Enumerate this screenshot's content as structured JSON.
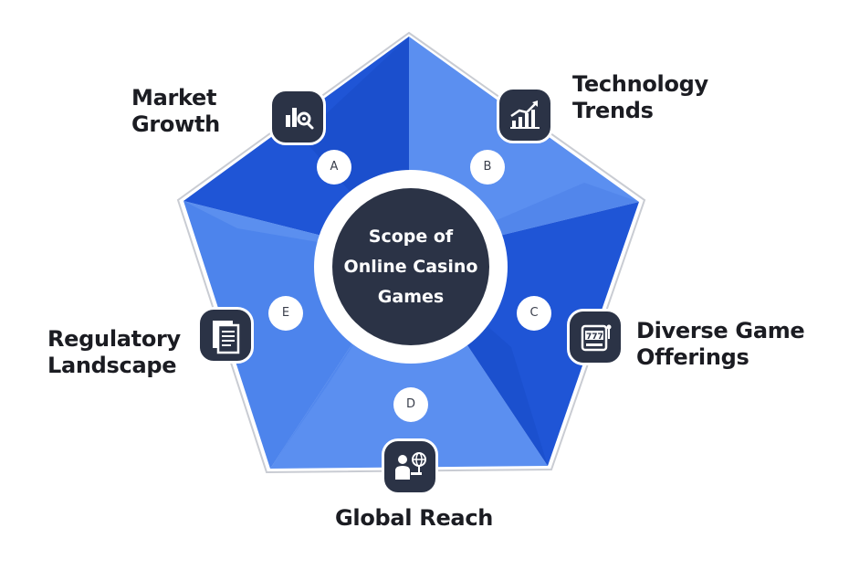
{
  "center": {
    "line1": "Scope of",
    "line2": "Online Casino",
    "line3": "Games"
  },
  "segments": [
    {
      "letter": "A",
      "title_line1": "Market",
      "title_line2": "Growth",
      "icon": "market-analysis-icon"
    },
    {
      "letter": "B",
      "title_line1": "Technology",
      "title_line2": "Trends",
      "icon": "growth-chart-icon"
    },
    {
      "letter": "C",
      "title_line1": "Diverse Game",
      "title_line2": "Offerings",
      "icon": "slot-machine-icon"
    },
    {
      "letter": "D",
      "title_line1": "Global Reach",
      "title_line2": "",
      "icon": "presenter-globe-icon"
    },
    {
      "letter": "E",
      "title_line1": "Regulatory",
      "title_line2": "Landscape",
      "icon": "document-icon"
    }
  ],
  "colors": {
    "dark_blue": "#1f55d6",
    "light_blue": "#5b8ff0",
    "badge": "#2b3346",
    "center": "#2b3346",
    "outline": "#c9ccd3"
  }
}
